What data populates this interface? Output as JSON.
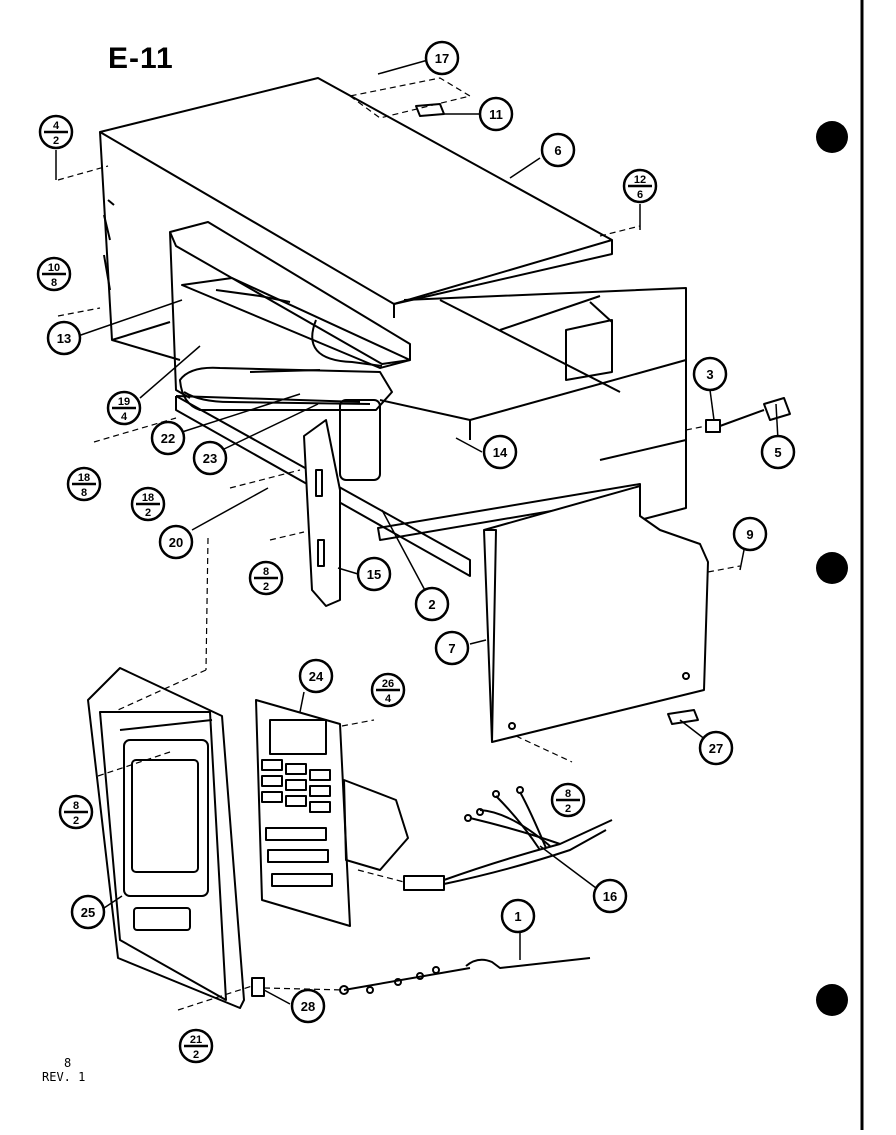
{
  "diagram": {
    "title": "E-11",
    "footer": {
      "page": "8",
      "rev": "REV. 1"
    }
  },
  "callouts": [
    {
      "id": "c17",
      "label": "17"
    },
    {
      "id": "c11",
      "label": "11"
    },
    {
      "id": "c6",
      "label": "6"
    },
    {
      "id": "c13",
      "label": "13"
    },
    {
      "id": "c3",
      "label": "3"
    },
    {
      "id": "c5",
      "label": "5"
    },
    {
      "id": "c14",
      "label": "14"
    },
    {
      "id": "c22",
      "label": "22"
    },
    {
      "id": "c23",
      "label": "23"
    },
    {
      "id": "c20",
      "label": "20"
    },
    {
      "id": "c15",
      "label": "15"
    },
    {
      "id": "c2",
      "label": "2"
    },
    {
      "id": "c9",
      "label": "9"
    },
    {
      "id": "c7",
      "label": "7"
    },
    {
      "id": "c24",
      "label": "24"
    },
    {
      "id": "c27",
      "label": "27"
    },
    {
      "id": "c16",
      "label": "16"
    },
    {
      "id": "c25",
      "label": "25"
    },
    {
      "id": "c1",
      "label": "1"
    },
    {
      "id": "c28",
      "label": "28"
    }
  ],
  "fraction_callouts": [
    {
      "id": "f4-2",
      "top": "4",
      "bottom": "2"
    },
    {
      "id": "f12-6",
      "top": "12",
      "bottom": "6"
    },
    {
      "id": "f10-8",
      "top": "10",
      "bottom": "8"
    },
    {
      "id": "f19-4",
      "top": "19",
      "bottom": "4"
    },
    {
      "id": "f18-8",
      "top": "18",
      "bottom": "8"
    },
    {
      "id": "f18-2",
      "top": "18",
      "bottom": "2"
    },
    {
      "id": "f8-2a",
      "top": "8",
      "bottom": "2"
    },
    {
      "id": "f26-4",
      "top": "26",
      "bottom": "4"
    },
    {
      "id": "f8-2b",
      "top": "8",
      "bottom": "2"
    },
    {
      "id": "f8-2c",
      "top": "8",
      "bottom": "2"
    },
    {
      "id": "f21-2",
      "top": "21",
      "bottom": "2"
    }
  ]
}
